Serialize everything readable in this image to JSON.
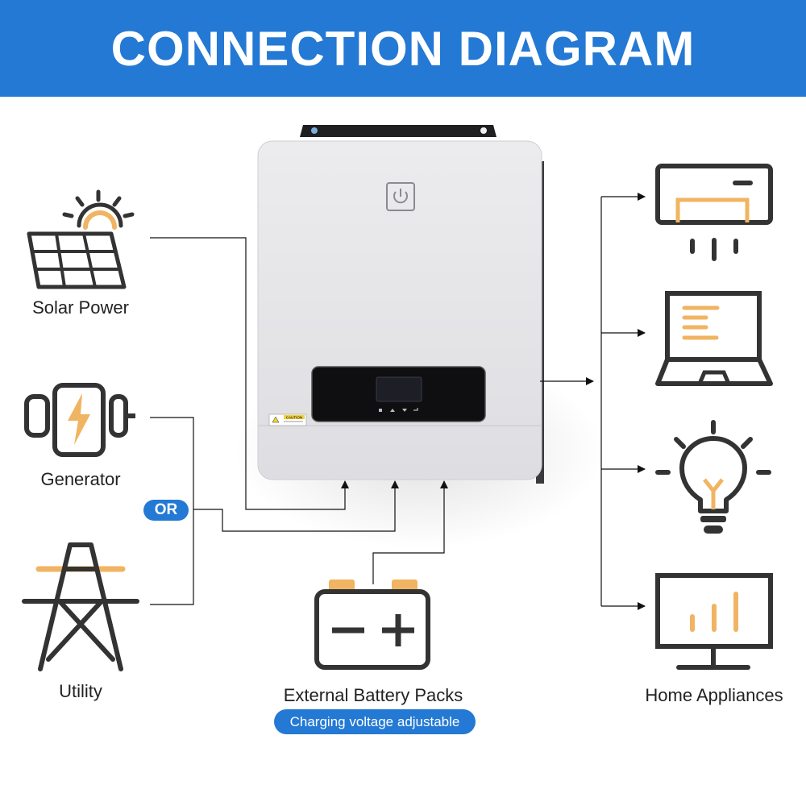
{
  "header": {
    "title": "CONNECTION DIAGRAM"
  },
  "sources": {
    "solar": {
      "label": "Solar Power",
      "icon": "solar-panel-icon"
    },
    "generator": {
      "label": "Generator",
      "icon": "generator-icon"
    },
    "utility": {
      "label": "Utility",
      "icon": "utility-tower-icon"
    },
    "or_label": "OR"
  },
  "battery": {
    "label": "External Battery Packs",
    "note": "Charging voltage adjustable",
    "icon": "battery-icon"
  },
  "loads": {
    "label": "Home Appliances",
    "icons": [
      "air-conditioner-icon",
      "laptop-icon",
      "light-bulb-icon",
      "monitor-icon"
    ]
  },
  "inverter": {
    "caution_text": "CAUTION",
    "icon": "power-icon"
  },
  "colors": {
    "brand_blue": "#2379d4",
    "icon_dark": "#333333",
    "accent_orange": "#f0b462",
    "inverter_body": "#e6e6e8"
  }
}
